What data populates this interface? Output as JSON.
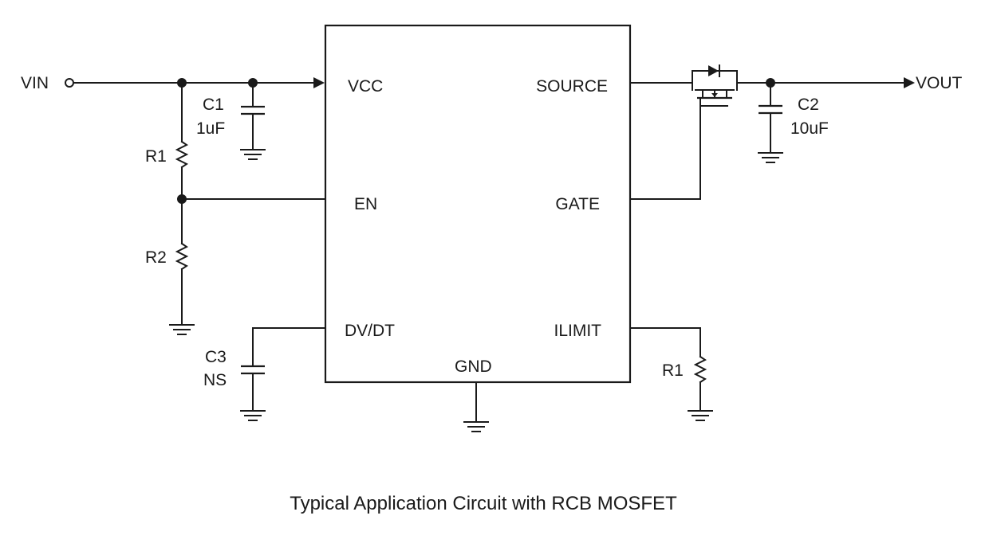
{
  "diagram": {
    "caption": "Typical Application Circuit with RCB MOSFET",
    "ic_pins": {
      "vcc": "VCC",
      "en": "EN",
      "dvdt": "DV/DT",
      "gnd": "GND",
      "source": "SOURCE",
      "gate": "GATE",
      "ilimit": "ILIMIT"
    },
    "nets": {
      "vin": "VIN",
      "vout": "VOUT"
    },
    "components": {
      "c1": {
        "name": "C1",
        "value": "1uF"
      },
      "c2": {
        "name": "C2",
        "value": "10uF"
      },
      "c3": {
        "name": "C3",
        "value": "NS"
      },
      "r1_divider": {
        "name": "R1"
      },
      "r2_divider": {
        "name": "R2"
      },
      "r1_ilimit": {
        "name": "R1"
      }
    }
  }
}
